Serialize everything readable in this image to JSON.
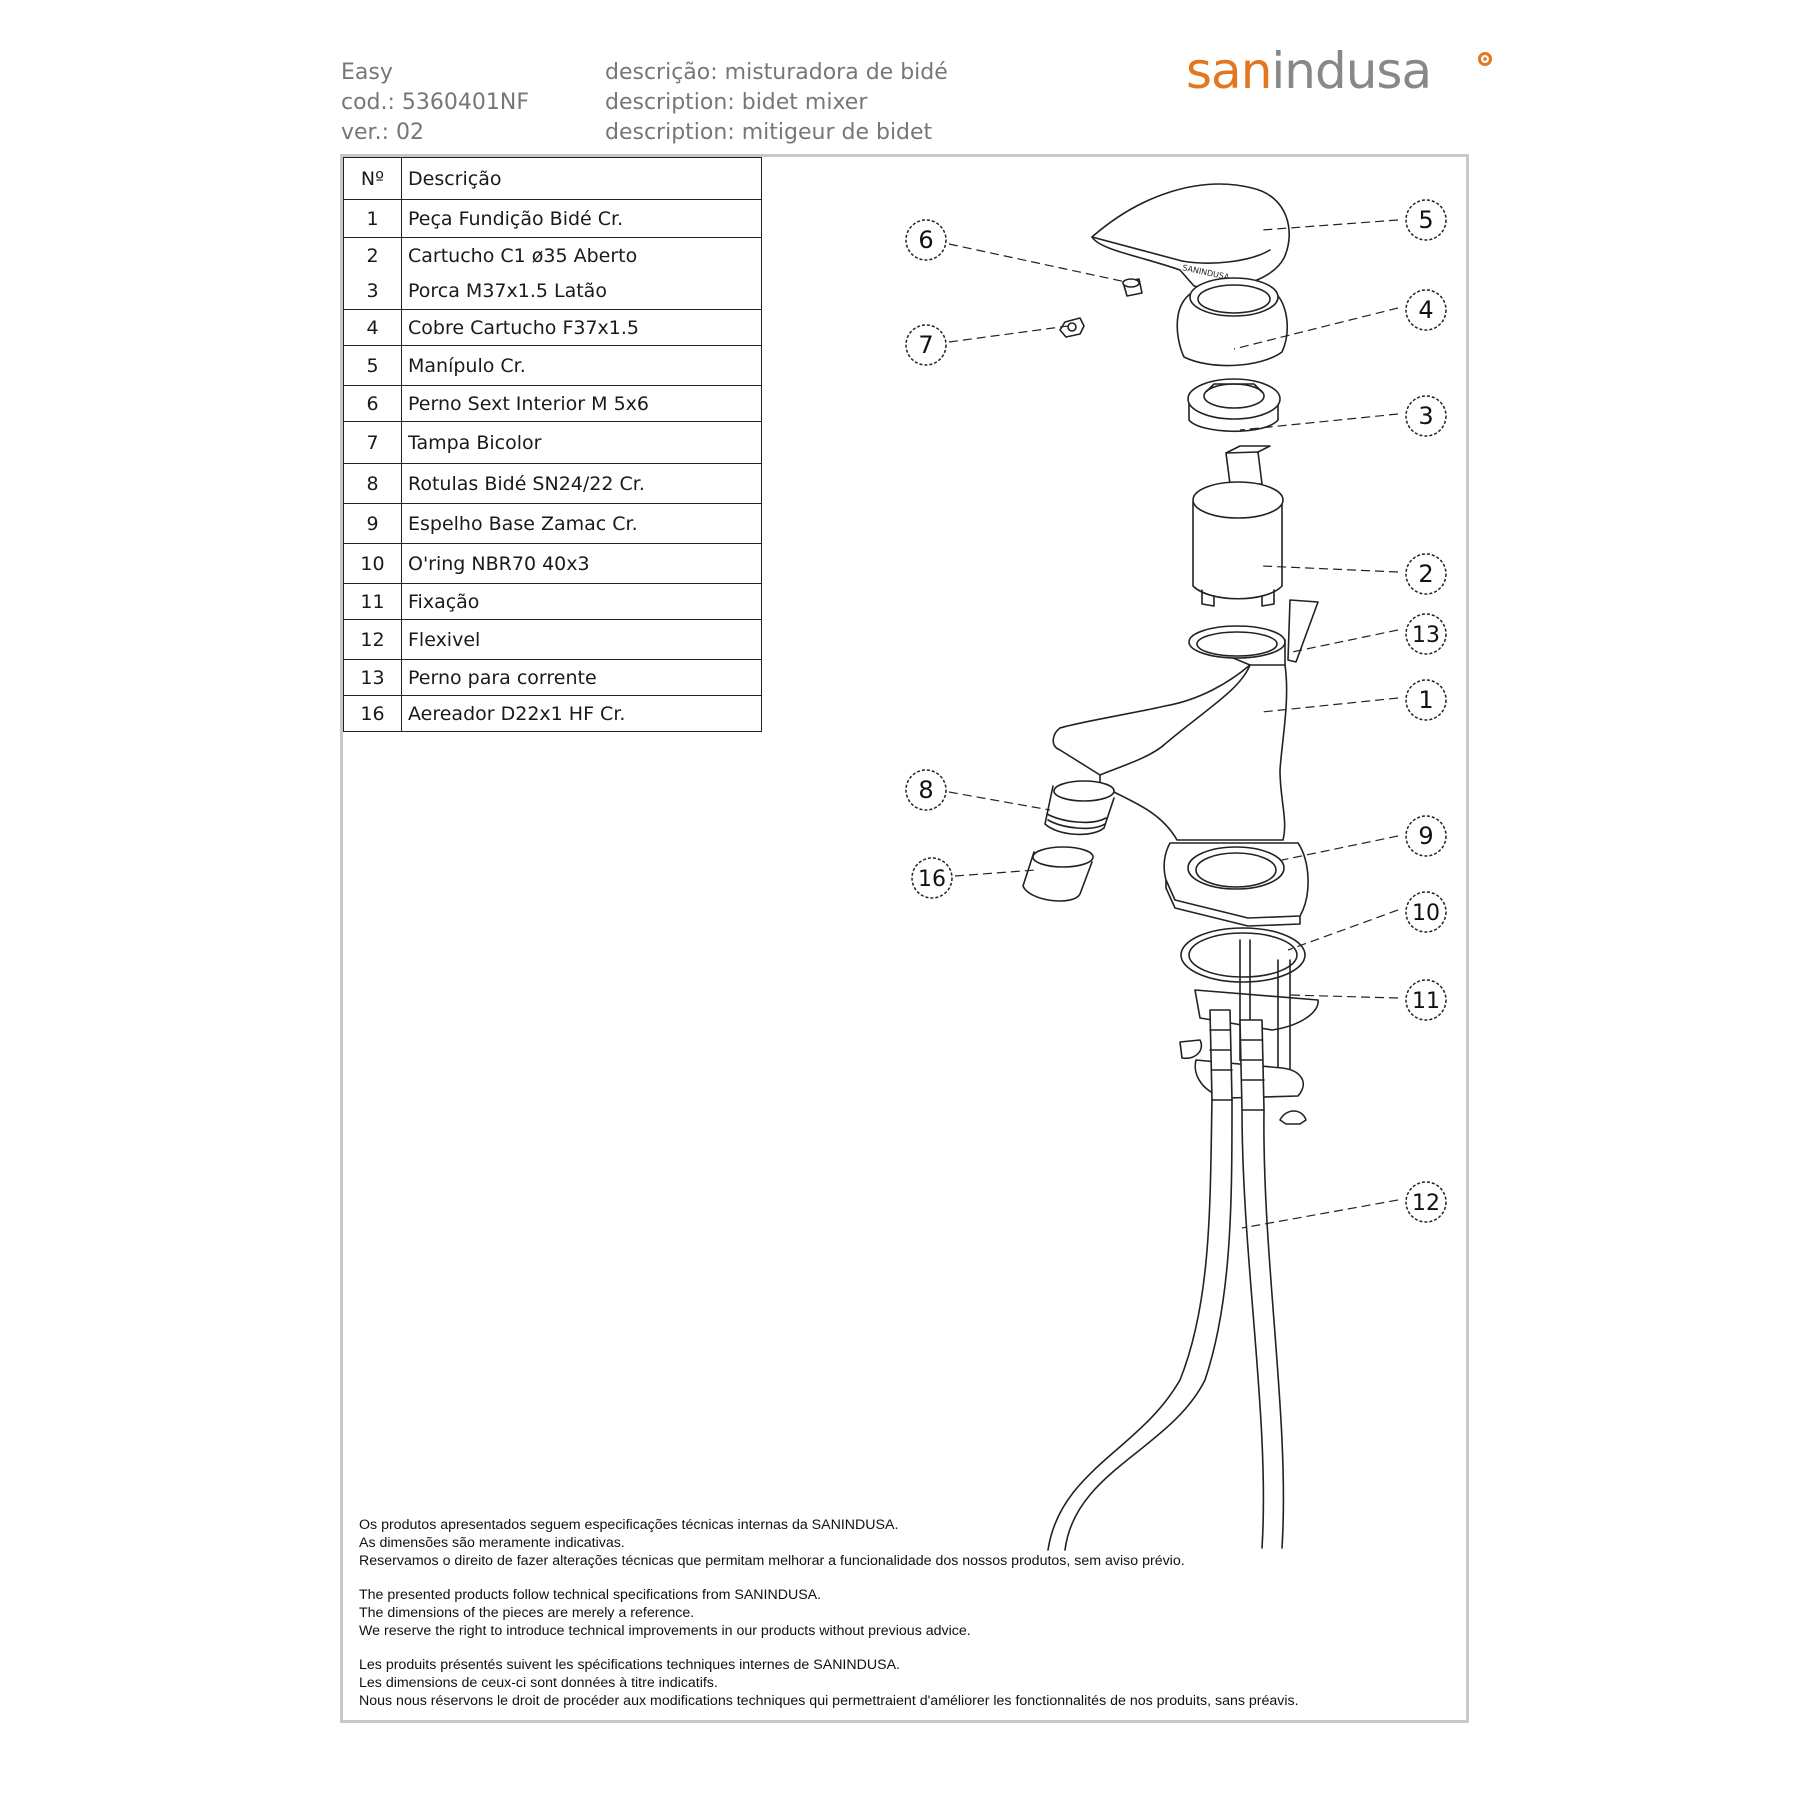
{
  "header": {
    "product_name": "Easy",
    "code": "cod.: 5360401NF",
    "version": "ver.: 02",
    "desc_pt": "descrição: misturadora de bidé",
    "desc_en": "description: bidet mixer",
    "desc_fr": "description: mitigeur de bidet"
  },
  "brand": {
    "part1": "san",
    "part2": "indusa",
    "accent_color": "#E3771F",
    "grey_color": "#888888"
  },
  "table": {
    "headers": {
      "no": "Nº",
      "desc": "Descrição"
    },
    "rows": [
      {
        "no": "1",
        "desc": "Peça Fundição Bidé Cr."
      },
      {
        "no": "2",
        "desc": "Cartucho C1 ø35 Aberto"
      },
      {
        "no": "3",
        "desc": "Porca M37x1.5 Latão"
      },
      {
        "no": "4",
        "desc": "Cobre Cartucho F37x1.5"
      },
      {
        "no": "5",
        "desc": "Manípulo Cr."
      },
      {
        "no": "6",
        "desc": "Perno Sext Interior M 5x6"
      },
      {
        "no": "7",
        "desc": "Tampa Bicolor"
      },
      {
        "no": "8",
        "desc": "Rotulas Bidé SN24/22 Cr."
      },
      {
        "no": "9",
        "desc": "Espelho Base Zamac Cr."
      },
      {
        "no": "10",
        "desc": "O'ring NBR70 40x3"
      },
      {
        "no": "11",
        "desc": "Fixação"
      },
      {
        "no": "12",
        "desc": "Flexivel"
      },
      {
        "no": "13",
        "desc": "Perno para corrente"
      },
      {
        "no": "16",
        "desc": "Aereador D22x1 HF Cr."
      }
    ]
  },
  "callouts": [
    "5",
    "6",
    "4",
    "7",
    "3",
    "2",
    "13",
    "1",
    "8",
    "9",
    "16",
    "10",
    "11",
    "12"
  ],
  "diagram_labels": {
    "handle_mark": "SANINDUSA"
  },
  "notes": {
    "pt": [
      "Os produtos apresentados seguem especificações técnicas internas da SANINDUSA.",
      "As dimensões são meramente indicativas.",
      "Reservamos o direito de fazer alterações técnicas que permitam melhorar a funcionalidade dos nossos produtos, sem aviso prévio."
    ],
    "en": [
      "The presented products follow technical specifications from SANINDUSA.",
      "The dimensions of the pieces are merely a reference.",
      "We reserve the right to introduce technical improvements in our products without previous advice."
    ],
    "fr": [
      "Les produits présentés suivent les spécifications techniques internes de SANINDUSA.",
      "Les dimensions de ceux-ci sont données à titre indicatifs.",
      "Nous nous réservons le droit de procéder aux modifications techniques qui permettraient d'améliorer les fonctionnalités de nos produits, sans préavis."
    ]
  }
}
